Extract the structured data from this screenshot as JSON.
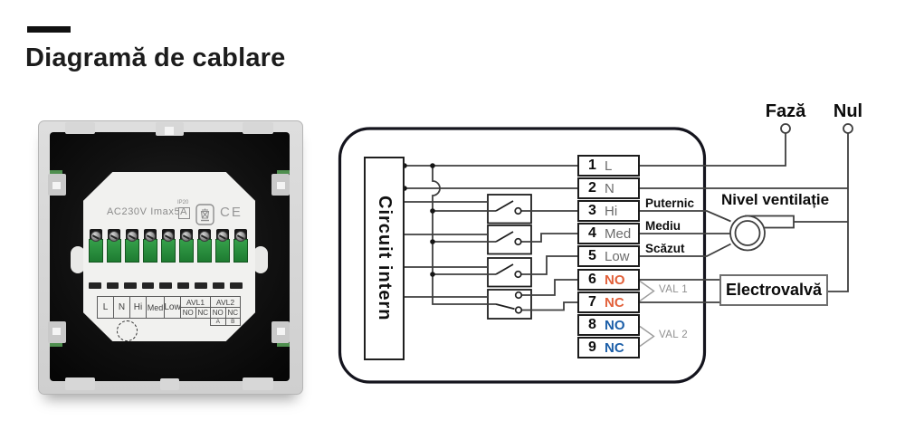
{
  "header": {
    "title": "Diagramă de cablare"
  },
  "device": {
    "rating": "AC230V Imax5A",
    "ip_rating": "IP20",
    "ce_mark": "CE",
    "table": {
      "main_cols": [
        "L",
        "N",
        "Hi",
        "Med",
        "Low"
      ],
      "avl1": {
        "label": "AVL1",
        "no": "NO",
        "nc": "NC"
      },
      "avl2": {
        "label": "AVL2",
        "no": "NO",
        "nc": "NC",
        "pin_a": "A",
        "pin_b": "B"
      }
    }
  },
  "diagram": {
    "circuit_label": "Circuit intern",
    "terminals": [
      {
        "num": "1",
        "label": "L"
      },
      {
        "num": "2",
        "label": "N"
      },
      {
        "num": "3",
        "label": "Hi"
      },
      {
        "num": "4",
        "label": "Med"
      },
      {
        "num": "5",
        "label": "Low"
      },
      {
        "num": "6",
        "label": "NO"
      },
      {
        "num": "7",
        "label": "NC"
      },
      {
        "num": "8",
        "label": "NO"
      },
      {
        "num": "9",
        "label": "NC"
      }
    ],
    "fan_speed_labels": [
      "Puternic",
      "Mediu",
      "Scăzut"
    ],
    "fan_title": "Nivel ventilație",
    "valve_label": "Electrovalvă",
    "val1_label": "VAL 1",
    "val2_label": "VAL 2",
    "phase_label": "Fază",
    "neutral_label": "Nul",
    "colors": {
      "terminal_orange": "#E2603A",
      "terminal_blue": "#1B5EA8",
      "wire": "#3F3F3F",
      "border": "#14141D"
    }
  }
}
